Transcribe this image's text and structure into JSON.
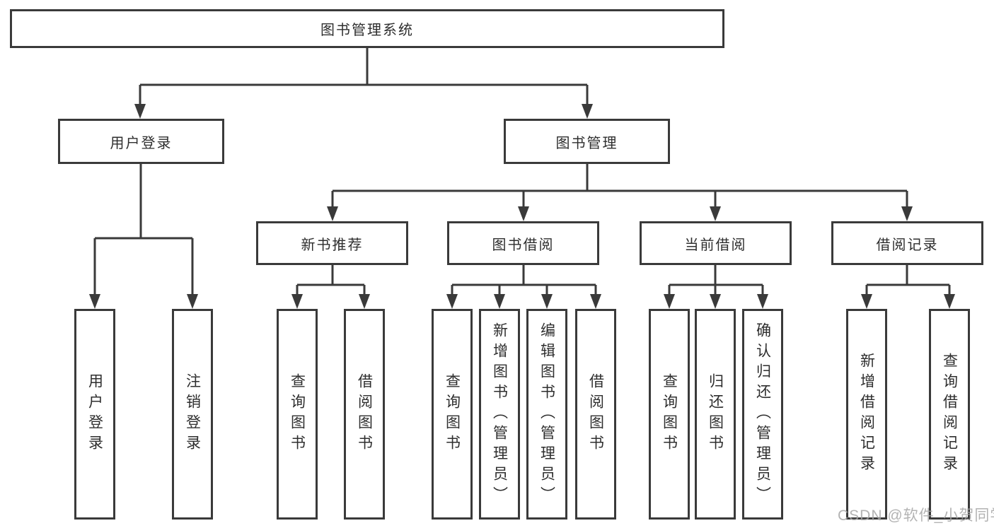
{
  "tree": {
    "root": {
      "label": "图书管理系统"
    },
    "branches": [
      {
        "label": "用户登录",
        "leaves": [
          {
            "label": "用户登录"
          },
          {
            "label": "注销登录"
          }
        ]
      },
      {
        "label": "图书管理",
        "sections": [
          {
            "label": "新书推荐",
            "leaves": [
              {
                "label": "查询图书"
              },
              {
                "label": "借阅图书"
              }
            ]
          },
          {
            "label": "图书借阅",
            "leaves": [
              {
                "label": "查询图书"
              },
              {
                "label": "新增图书（管理员）"
              },
              {
                "label": "编辑图书（管理员）"
              },
              {
                "label": "借阅图书"
              }
            ]
          },
          {
            "label": "当前借阅",
            "leaves": [
              {
                "label": "查询图书"
              },
              {
                "label": "归还图书"
              },
              {
                "label": "确认归还（管理员）"
              }
            ]
          },
          {
            "label": "借阅记录",
            "leaves": [
              {
                "label": "新增借阅记录"
              },
              {
                "label": "查询借阅记录"
              }
            ]
          }
        ]
      }
    ]
  },
  "watermark": {
    "text": "CSDN @软件_小贺同学"
  },
  "colors": {
    "line": "#3a3a3a",
    "text": "#2e2e2e",
    "watermark": "#a6a6a6",
    "background": "#ffffff"
  }
}
